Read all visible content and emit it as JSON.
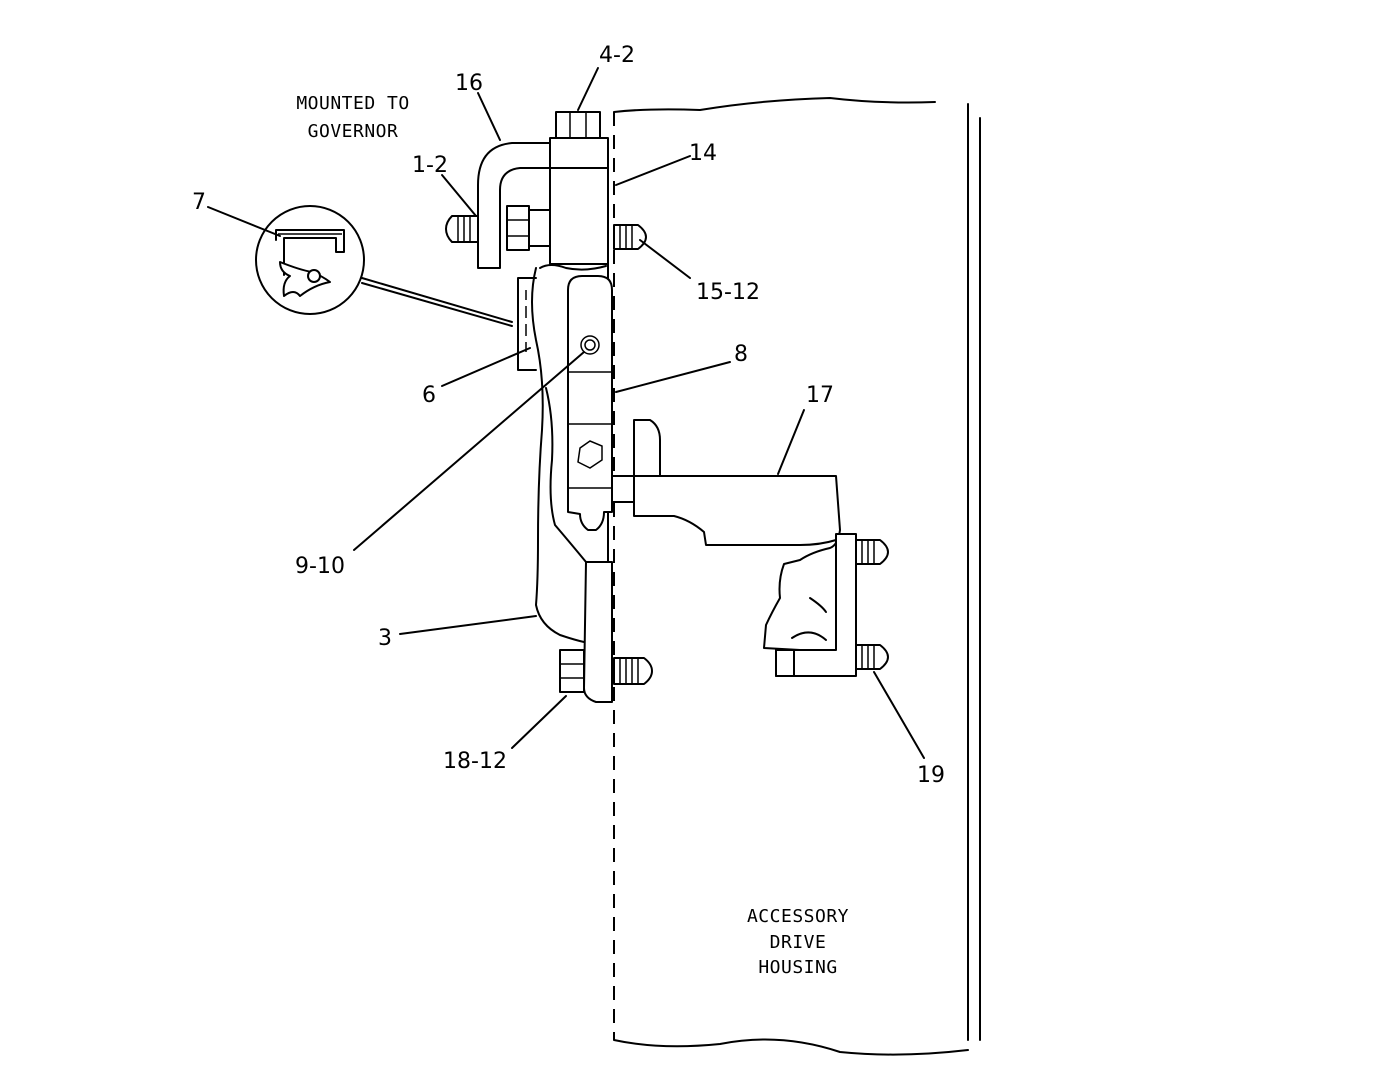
{
  "notes": {
    "mounted_line1": "MOUNTED TO",
    "mounted_line2": "GOVERNOR",
    "housing_line1": "ACCESSORY",
    "housing_line2": "DRIVE",
    "housing_line3": "HOUSING"
  },
  "callouts": {
    "c4_2": "4-2",
    "c16": "16",
    "c14": "14",
    "c1_2": "1-2",
    "c7": "7",
    "c15_12": "15-12",
    "c8": "8",
    "c6": "6",
    "c17": "17",
    "c9_10": "9-10",
    "c3": "3",
    "c18_12": "18-12",
    "c19": "19"
  }
}
